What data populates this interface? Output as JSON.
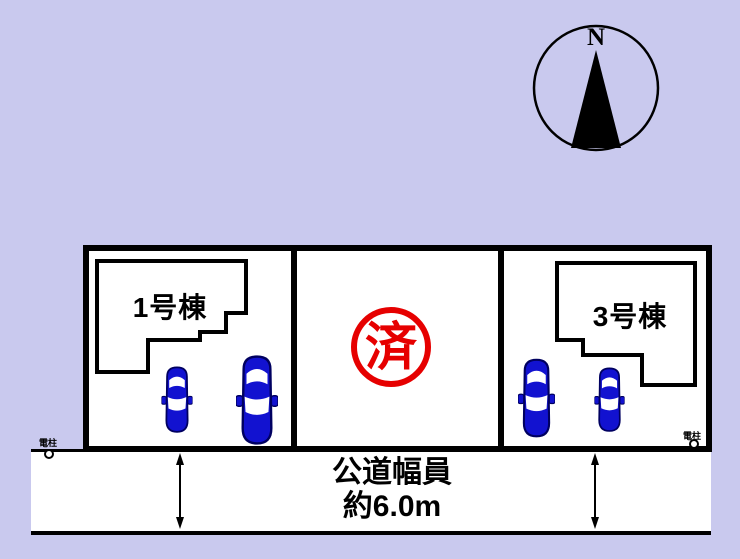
{
  "compass": {
    "label": "N"
  },
  "site": {
    "lot1": {
      "building_label": "1号棟"
    },
    "lot2": {
      "stamp_label": "済"
    },
    "lot3": {
      "building_label": "3号棟"
    }
  },
  "road": {
    "label_line1": "公道幅員",
    "label_line2": "約6.0m"
  },
  "utility_poles": {
    "left_label": "電柱",
    "right_label": "電柱"
  },
  "colors": {
    "background": "#c9c9ee",
    "lot_fill": "#ffffff",
    "line_black": "#000000",
    "car_blue": "#1212d0",
    "car_outline": "#000060",
    "stamp_red": "#e60000"
  }
}
